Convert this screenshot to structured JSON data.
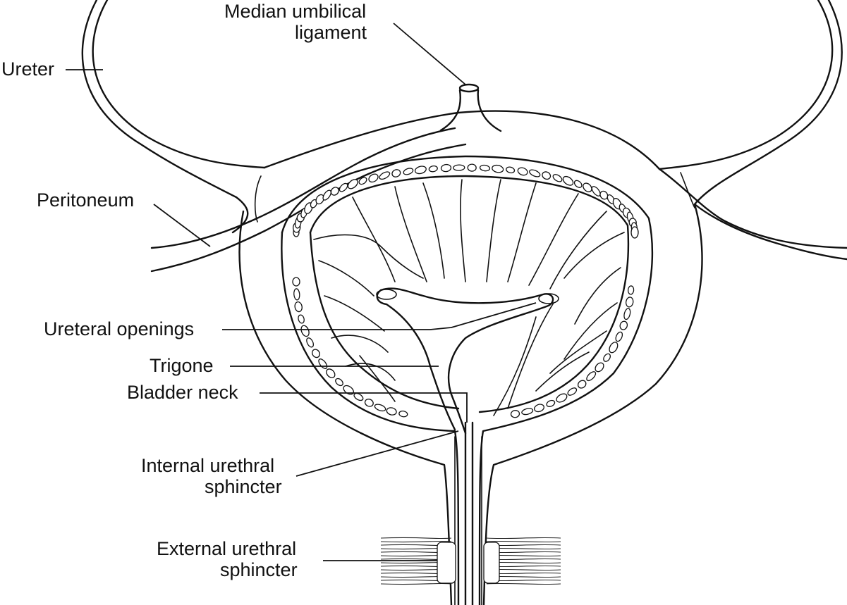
{
  "labels": {
    "median_umbilical_line1": "Median umbilical",
    "median_umbilical_line2": "ligament",
    "ureter": "Ureter",
    "peritoneum": "Peritoneum",
    "ureteral_openings": "Ureteral openings",
    "trigone": "Trigone",
    "bladder_neck": "Bladder neck",
    "internal_sphincter_line1": "Internal urethral",
    "internal_sphincter_line2": "sphincter",
    "external_sphincter_line1": "External urethral",
    "external_sphincter_line2": "sphincter"
  },
  "colors": {
    "ink": "#111111",
    "background": "#ffffff"
  }
}
